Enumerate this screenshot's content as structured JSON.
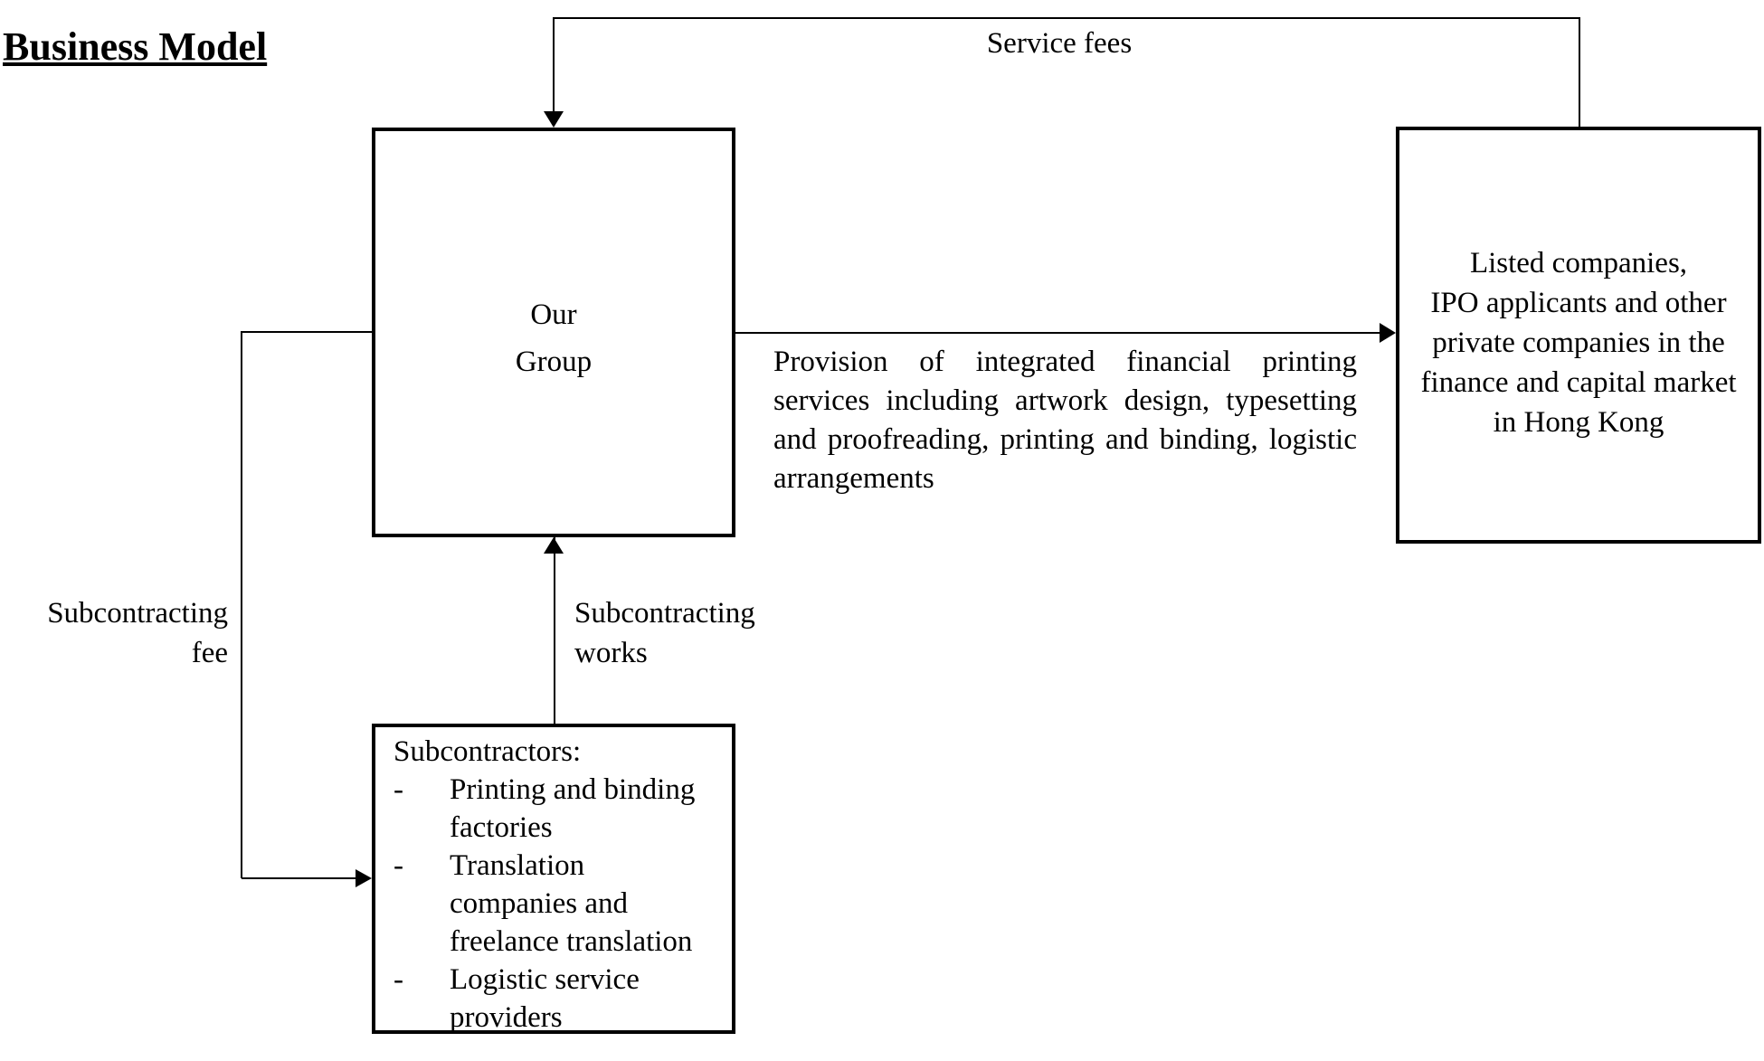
{
  "title": "Business Model",
  "colors": {
    "ink": "#000000",
    "paper": "#ffffff"
  },
  "boxes": {
    "our_group": {
      "lines": [
        "Our",
        "Group"
      ]
    },
    "clients": {
      "lines": [
        "Listed companies,",
        "IPO applicants and other",
        "private companies in the",
        "finance and capital market",
        "in Hong Kong"
      ]
    },
    "subcontractors": {
      "heading": "Subcontractors:",
      "bullet": "-",
      "items": [
        "Printing and binding factories",
        "Translation companies and freelance translation",
        "Logistic service providers"
      ]
    }
  },
  "edges": {
    "service_fees": {
      "label": "Service fees",
      "from": "clients",
      "to": "our_group"
    },
    "provision": {
      "lines": [
        "Provision of integrated financial printing",
        "services including artwork design, typesetting",
        "and proofreading, printing and binding, logistic",
        "arrangements"
      ],
      "from": "our_group",
      "to": "clients"
    },
    "subcontracting_fee": {
      "lines": [
        "Subcontracting",
        "fee"
      ],
      "from": "our_group",
      "to": "subcontractors"
    },
    "subcontracting_works": {
      "lines": [
        "Subcontracting",
        "works"
      ],
      "from": "subcontractors",
      "to": "our_group"
    }
  }
}
